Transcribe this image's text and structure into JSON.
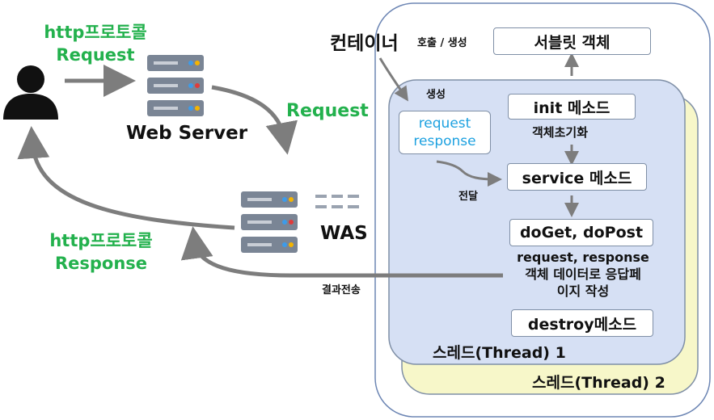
{
  "left": {
    "http_request_line1": "http프로토콜",
    "http_request_line2": "Request",
    "request_label": "Request",
    "web_server_label": "Web Server",
    "was_label": "WAS",
    "http_response_line1": "http프로토콜",
    "http_response_line2": "Response",
    "result_send": "결과전송"
  },
  "container": {
    "title": "컨테이너",
    "call_create": "호출 / 생성",
    "servlet_object": "서블릿 객체",
    "create": "생성",
    "req_res_line1": "request",
    "req_res_line2": "response",
    "init_method": "init 메소드",
    "object_init": "객체초기화",
    "deliver": "전달",
    "service_method": "service 메소드",
    "doget_dopost": "doGet, doPost",
    "write_line1": "request, response",
    "write_line2": "객체 데이터로 응답페",
    "write_line3": "이지 작성",
    "destroy_method": "destroy메소드",
    "thread1": "스레드(Thread) 1",
    "thread2": "스레드(Thread) 2"
  },
  "colors": {
    "green": "#23b14d",
    "thread1_fill": "#d6e0f4",
    "thread2_fill": "#f7f7c9",
    "req_res_text": "#1da1e0",
    "arrow": "#7d7d7d"
  }
}
